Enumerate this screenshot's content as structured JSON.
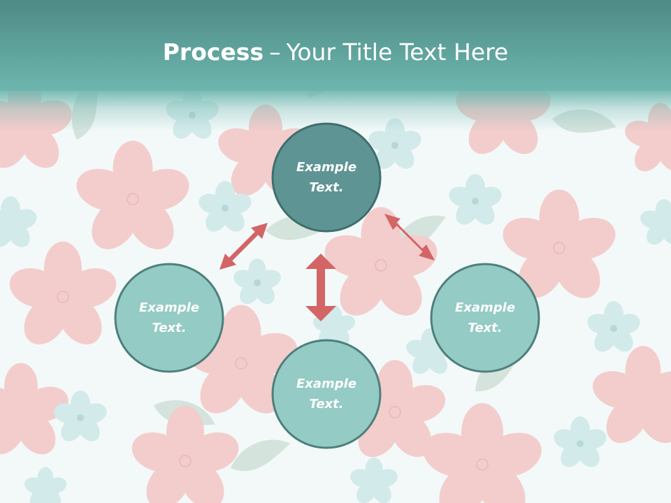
{
  "title": {
    "bold": "Process",
    "separator": "–",
    "rest": "Your Title Text Here"
  },
  "nodes": [
    {
      "id": "top",
      "line1": "Example",
      "line2": "Text."
    },
    {
      "id": "left",
      "line1": "Example",
      "line2": "Text."
    },
    {
      "id": "right",
      "line1": "Example",
      "line2": "Text."
    },
    {
      "id": "bottom",
      "line1": "Example",
      "line2": "Text."
    }
  ],
  "colors": {
    "header_top": "#4e8a86",
    "header_bottom": "#6db6ae",
    "node_dark": "#5f9494",
    "node_light": "#94cbc4",
    "node_stroke": "#3e6f6c",
    "arrow": "#d36566",
    "flower_pink": "#f1c7c6",
    "flower_blue": "#cfe7e7",
    "leaf": "#cfe0d8"
  }
}
